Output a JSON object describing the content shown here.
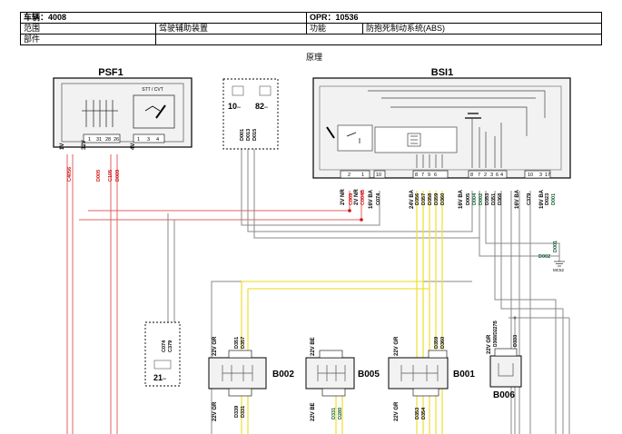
{
  "header": {
    "vehicle_label": "车辆：4008",
    "opr_label": "OPR：10536",
    "scope_label": "范围",
    "scope_value": "驾驶辅助装置",
    "function_label": "功能",
    "function_value": "防抱死制动系统(ABS)",
    "part_label": "部件",
    "principle_label": "原理"
  },
  "modules": {
    "psf1": "PSF1",
    "bsi1": "BSI1",
    "stt_cvt": "STT / CVT",
    "b002": "B002",
    "b005": "B005",
    "b001": "B001",
    "b006": "B006"
  },
  "connector_box": {
    "code1": "10",
    "code1_suffix": "--",
    "code2": "82",
    "code2_suffix": "--",
    "wires": [
      "D001",
      "D013",
      "D015"
    ],
    "badge": "21",
    "badge_suffix": "--",
    "side_wires": [
      "C074",
      "C379"
    ]
  },
  "psf1_pins": {
    "labels": [
      "1V",
      "32V",
      "4V"
    ],
    "wires": [
      "C4056",
      "D005",
      "C105",
      "D009"
    ],
    "pins": [
      "1",
      "31",
      "28",
      "26",
      "1",
      "3",
      "4"
    ]
  },
  "bsi1_pins": {
    "groups": [
      "2V NR",
      "2V NR",
      "16V BA",
      "24V BA",
      "16V BA",
      "16V BA",
      "19V BA"
    ],
    "wires": [
      "C009",
      "C004B",
      "C074",
      "D356",
      "D357",
      "D358",
      "D359",
      "D360",
      "D005",
      "D004",
      "D002",
      "D353",
      "D351",
      "D368",
      "C379",
      "D023",
      "D001"
    ],
    "pins": [
      "2",
      "1",
      "10",
      "8",
      "7",
      "9",
      "6",
      "8",
      "7",
      "2",
      "3",
      "6",
      "4",
      "10",
      "3",
      "17"
    ]
  },
  "ground": {
    "wires": [
      "D001",
      "D002"
    ],
    "code": "MC52"
  },
  "sensors": {
    "b002_top": "22V GR",
    "b002_top_wires": [
      "D351",
      "D357"
    ],
    "b002_bottom": "22V GR",
    "b002_bottom_wires": [
      "D339",
      "D331"
    ],
    "b005_top": "22V BE",
    "b005_bottom": "22V BE",
    "b005_bottom_wires": [
      "D331",
      "D280"
    ],
    "b001_top": "22V GR",
    "b001_top_wires": [
      "D359",
      "D360"
    ],
    "b001_bottom": "22V GR",
    "b001_bottom_wires": [
      "D353",
      "D354"
    ],
    "b006_top": "22V GR",
    "b006_top_wires": [
      "D368/D227B",
      "D333"
    ]
  }
}
